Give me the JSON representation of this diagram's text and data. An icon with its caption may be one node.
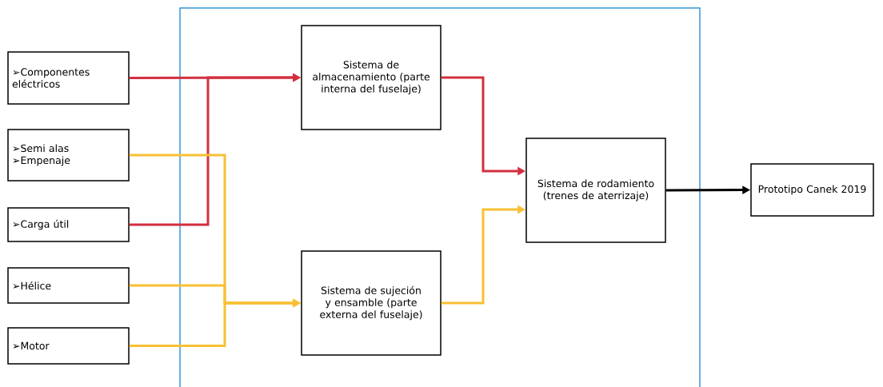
{
  "diagram": {
    "nodes": [
      {
        "text": [
          "➢Componentes eléctricos"
        ]
      },
      {
        "text": [
          "➢Semi alas",
          "➢Empenaje"
        ]
      },
      {
        "text": [
          "➢Carga útil"
        ]
      },
      {
        "text": [
          "➢Hélice"
        ]
      },
      {
        "text": [
          "➢Motor"
        ]
      },
      {
        "text": [
          "Sistema de almacenamiento (parte interna del fuselaje)"
        ]
      },
      {
        "text": [
          "Sistema de sujeción y ensamble (parte externa del fuselaje)"
        ]
      },
      {
        "text": [
          "Sistema de rodamiento (trenes de aterrizaje)"
        ]
      },
      {
        "text": [
          "Prototipo Canek 2019"
        ]
      }
    ],
    "edges": [
      {
        "from": 0,
        "to": 5,
        "arrow": "to",
        "color": "#d32f3f"
      },
      {
        "from": 2,
        "to": 5,
        "arrow": "to",
        "color": "#d32f3f"
      },
      {
        "from": 1,
        "to": 6,
        "arrow": "to"
      },
      {
        "from": 3,
        "to": 6,
        "arrow": "to"
      },
      {
        "from": 4,
        "to": 6,
        "arrow": "to"
      },
      {
        "from": 5,
        "to": 7,
        "arrow": "to",
        "color": "#d32f3f"
      },
      {
        "from": 6,
        "to": 7,
        "arrow": "to"
      },
      {
        "from": 7,
        "to": 8,
        "arrow": "to",
        "color": "#000000"
      }
    ]
  }
}
